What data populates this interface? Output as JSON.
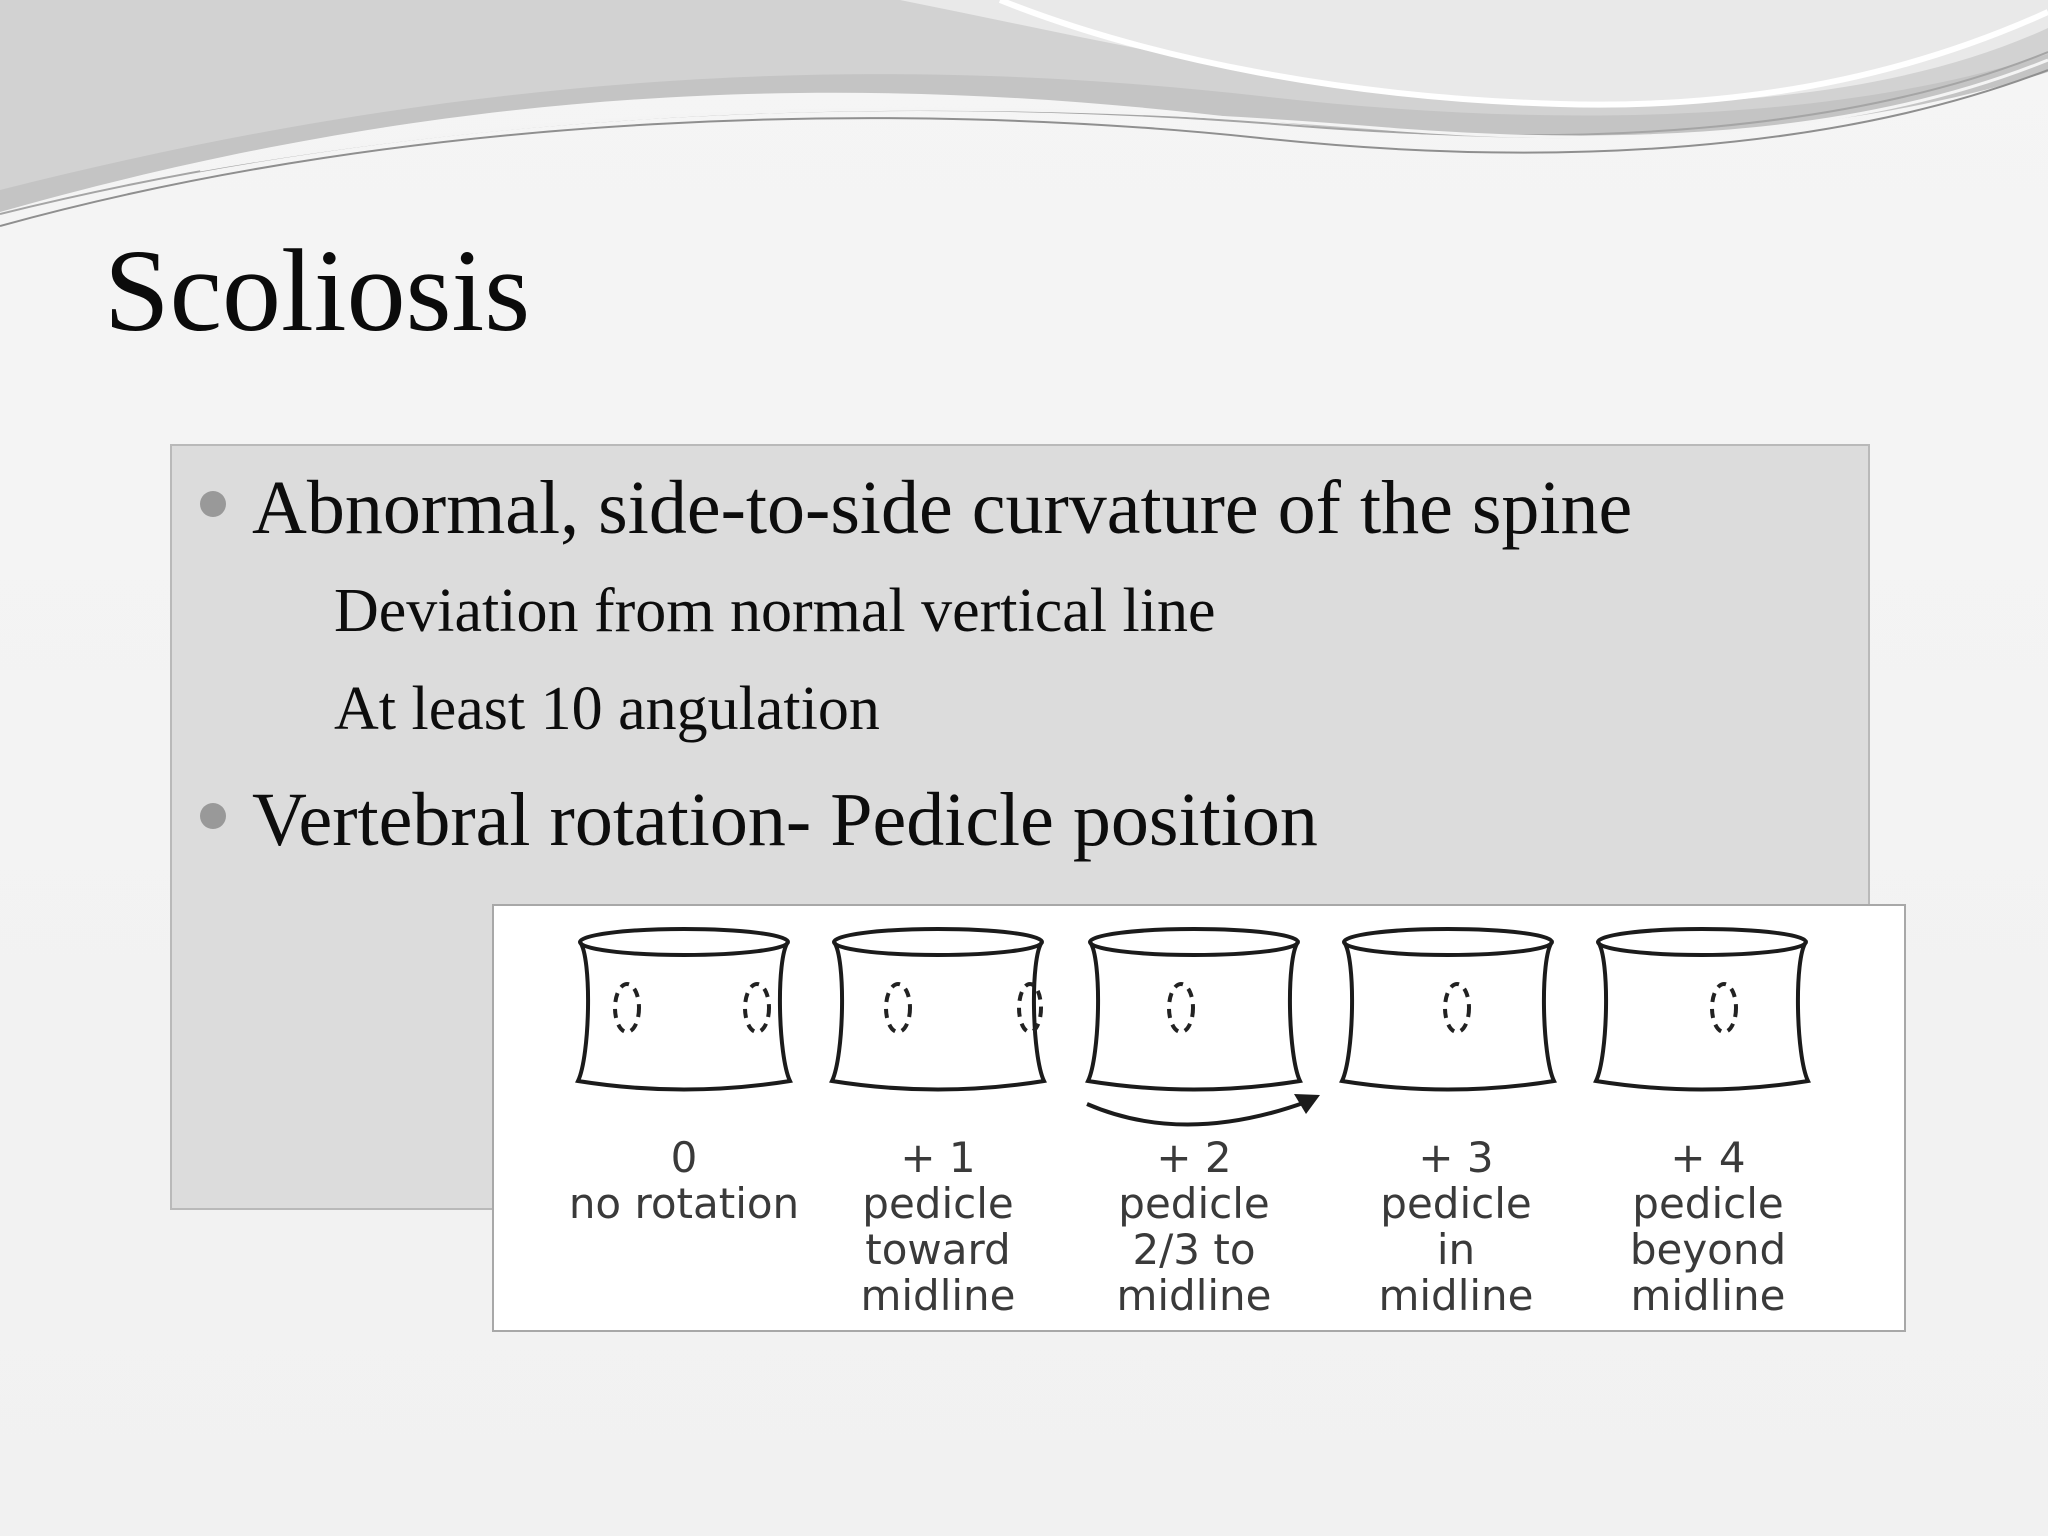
{
  "slide": {
    "title": "Scoliosis",
    "bullets": [
      {
        "text": "Abnormal, side-to-side curvature of the spine",
        "sub": [
          "Deviation from normal vertical line",
          "At least 10 angulation"
        ]
      },
      {
        "text": "Vertebral rotation- Pedicle position",
        "sub": []
      }
    ]
  },
  "figure": {
    "grades": [
      {
        "grade": "0",
        "lines": [
          "no rotation"
        ]
      },
      {
        "grade": "+ 1",
        "lines": [
          "pedicle",
          "toward",
          "midline"
        ]
      },
      {
        "grade": "+ 2",
        "lines": [
          "pedicle",
          "2/3 to",
          "midline"
        ]
      },
      {
        "grade": "+ 3",
        "lines": [
          "pedicle",
          "in",
          "midline"
        ]
      },
      {
        "grade": "+ 4",
        "lines": [
          "pedicle",
          "beyond",
          "midline"
        ]
      }
    ]
  },
  "colors": {
    "background": "#f4f4f4",
    "content_box": "#dcdcdc",
    "bullet": "#999999",
    "text": "#0d0d0d"
  }
}
